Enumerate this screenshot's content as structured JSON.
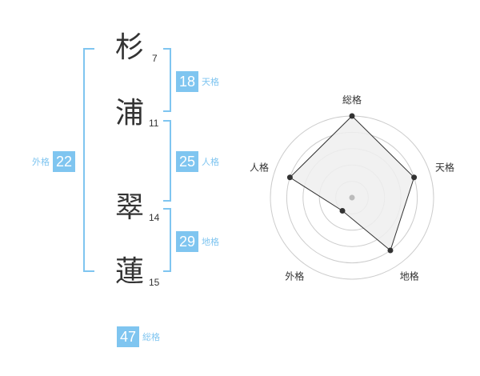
{
  "name": {
    "chars": [
      {
        "char": "杉",
        "strokes": "7"
      },
      {
        "char": "浦",
        "strokes": "11"
      },
      {
        "char": "翠",
        "strokes": "14"
      },
      {
        "char": "蓮",
        "strokes": "15"
      }
    ]
  },
  "fortunes": {
    "tenkaku": {
      "value": "18",
      "label": "天格"
    },
    "jinkaku": {
      "value": "25",
      "label": "人格"
    },
    "chikaku": {
      "value": "29",
      "label": "地格"
    },
    "gaikaku": {
      "value": "22",
      "label": "外格"
    },
    "soukaku": {
      "value": "47",
      "label": "総格"
    }
  },
  "radar": {
    "axes": [
      "総格",
      "天格",
      "地格",
      "外格",
      "人格"
    ],
    "max": 5,
    "values": [
      5,
      4,
      4,
      1,
      4
    ],
    "colors": {
      "fill": "#eeeeee",
      "stroke": "#333333",
      "rings": "#cccccc",
      "center": "#bbbbbb"
    }
  }
}
